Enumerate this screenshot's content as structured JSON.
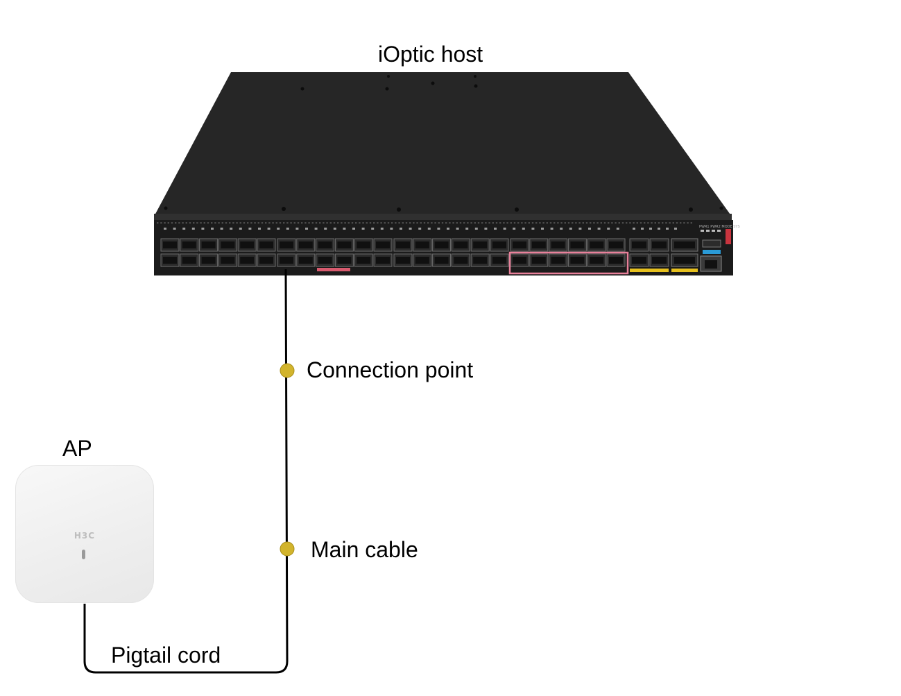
{
  "host": {
    "title": "iOptic host"
  },
  "ap": {
    "title": "AP",
    "logo_text": "H3C"
  },
  "labels": {
    "connection_point": "Connection point",
    "main_cable": "Main cable",
    "pigtail_cord": "Pigtail cord"
  },
  "colors": {
    "switch_body": "#1c1c1c",
    "cable": "#000000",
    "point_marker": "#d2b42c",
    "highlight_pink": "#e8809a",
    "highlight_yellow": "#e6c01e",
    "highlight_blue": "#2a9ad6"
  }
}
